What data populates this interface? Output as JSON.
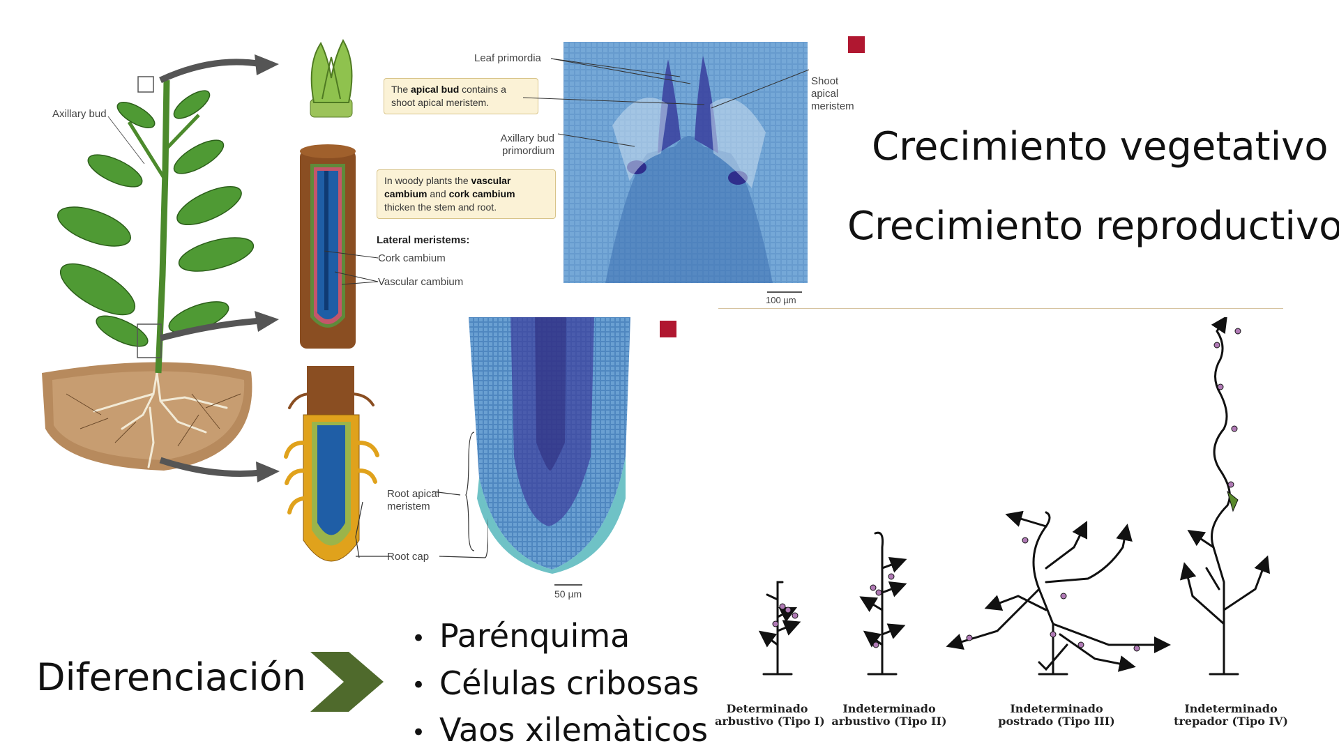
{
  "headings": {
    "vegetative": "Crecimiento vegetativo",
    "reproductive": "Crecimiento reproductivo"
  },
  "plant_labels": {
    "axillary_bud": "Axillary bud",
    "leaf_primordia": "Leaf primordia",
    "shoot_apical_meristem": "Shoot apical meristem",
    "axillary_bud_primordium": "Axillary bud primordium",
    "scale_100": "100 µm",
    "lateral_meristems": "Lateral meristems:",
    "cork_cambium": "Cork cambium",
    "vascular_cambium": "Vascular cambium",
    "root_apical_meristem": "Root apical meristem",
    "root_cap": "Root cap",
    "scale_50": "50 µm"
  },
  "callouts": {
    "apical_pre": "The ",
    "apical_bold": "apical bud",
    "apical_post": " contains a shoot apical meristem.",
    "woody_pre": "In woody plants the ",
    "woody_bold1": "vascular cambium",
    "woody_mid": " and ",
    "woody_bold2": "cork cambium",
    "woody_post": " thicken the stem and root."
  },
  "differentiation": {
    "label": "Diferenciación",
    "items": [
      "Parénquima",
      "Células cribosas",
      "Vaos xilemàticos"
    ]
  },
  "growth_types": [
    {
      "line1": "Determinado",
      "line2": "arbustivo (Tipo I)"
    },
    {
      "line1": "Indeterminado",
      "line2": "arbustivo (Tipo II)"
    },
    {
      "line1": "Indeterminado",
      "line2": "postrado (Tipo III)"
    },
    {
      "line1": "Indeterminado",
      "line2": "trepador (Tipo IV)"
    }
  ],
  "colors": {
    "accent_red": "#b01730",
    "chevron_green": "#4f6a2c",
    "micro_blue": "#4f7fbf",
    "wood_brown": "#8a4e22"
  }
}
